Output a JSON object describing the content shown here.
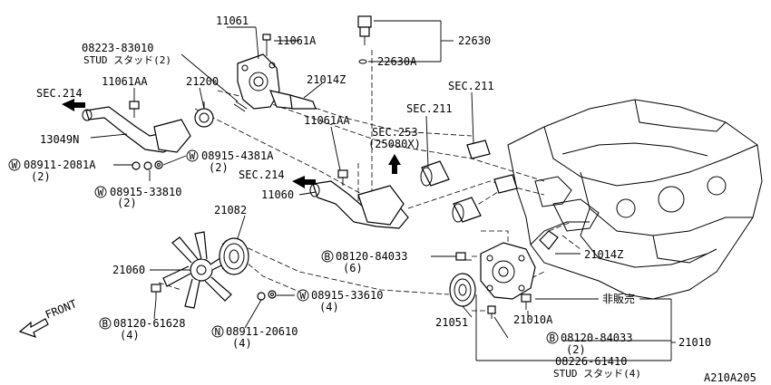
{
  "labels": {
    "p11061": "11061",
    "p11061A": "11061A",
    "p22630": "22630",
    "p22630A": "22630A",
    "stud1_pn": "08223-83010",
    "stud1_desc": "STUD スタッド(2)",
    "p21014Z_top": "21014Z",
    "sec214_top": "SEC.214",
    "p11061AA_top": "11061AA",
    "p21200": "21200",
    "p13049N": "13049N",
    "washer_w1_pn": "08915-4381A",
    "washer_w1_qty": "(2)",
    "washer_w2_pn": "08911-2081A",
    "washer_w2_qty": "(2)",
    "washer_w3_pn": "08915-33810",
    "washer_w3_qty": "(2)",
    "sec211_a": "SEC.211",
    "sec211_b": "SEC.211",
    "sec253": "SEC.253",
    "sec253_sub": "(25080X)",
    "p11061AA_mid": "11061AA",
    "sec214_mid": "SEC.214",
    "p11060": "11060",
    "p21082": "21082",
    "bolt_b1_pn": "08120-84033",
    "bolt_b1_qty": "(6)",
    "p21014Z_right": "21014Z",
    "p21060": "21060",
    "washer_w4_pn": "08915-33610",
    "washer_w4_qty": "(4)",
    "bolt_b2_pn": "08120-61628",
    "bolt_b2_qty": "(4)",
    "nut_n1_pn": "08911-20610",
    "nut_n1_qty": "(4)",
    "front": "FRONT",
    "not_for_sale": "非販売",
    "p21010A": "21010A",
    "p21051": "21051",
    "bolt_b3_pn": "08120-84033",
    "bolt_b3_qty": "(2)",
    "p21010": "21010",
    "stud2_pn": "08226-61410",
    "stud2_desc": "STUD スタッド(4)",
    "diagram_code": "A210A205",
    "circle_w": "W",
    "circle_b": "B",
    "circle_n": "N"
  },
  "colors": {
    "ink": "#000000",
    "paper": "#ffffff"
  }
}
